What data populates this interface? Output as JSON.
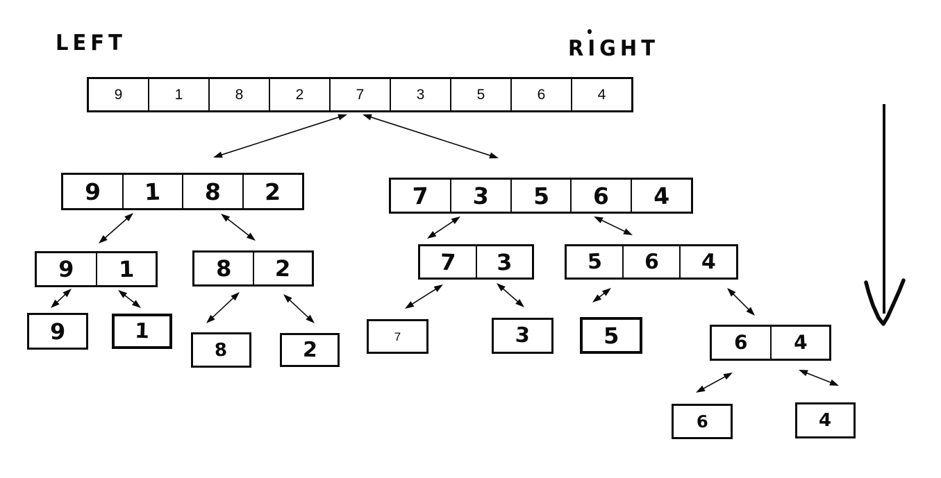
{
  "title": "Merge sort divide (split) diagram, hand-drawn",
  "labels": {
    "left": "LEFT",
    "right": "RIGHT"
  },
  "colors": {
    "ink": "#0a0a0a",
    "background": "#ffffff"
  },
  "big_arrow": {
    "name": "process-direction-arrow",
    "direction": "down"
  },
  "nodes": [
    {
      "id": "root",
      "values": [
        "9",
        "1",
        "8",
        "2",
        "7",
        "3",
        "5",
        "6",
        "4"
      ],
      "style": "typed"
    },
    {
      "id": "left-half",
      "values": [
        "9",
        "1",
        "8",
        "2"
      ],
      "style": "hand"
    },
    {
      "id": "right-half",
      "values": [
        "7",
        "3",
        "5",
        "6",
        "4"
      ],
      "style": "hand"
    },
    {
      "id": "left-left",
      "values": [
        "9",
        "1"
      ],
      "style": "hand"
    },
    {
      "id": "left-right",
      "values": [
        "8",
        "2"
      ],
      "style": "hand"
    },
    {
      "id": "right-left",
      "values": [
        "7",
        "3"
      ],
      "style": "hand"
    },
    {
      "id": "right-right",
      "values": [
        "5",
        "6",
        "4"
      ],
      "style": "hand"
    },
    {
      "id": "leaf-9",
      "values": [
        "9"
      ],
      "style": "hand"
    },
    {
      "id": "leaf-1",
      "values": [
        "1"
      ],
      "style": "hand",
      "thick": true
    },
    {
      "id": "leaf-8",
      "values": [
        "8"
      ],
      "style": "hand"
    },
    {
      "id": "leaf-2",
      "values": [
        "2"
      ],
      "style": "hand"
    },
    {
      "id": "leaf-7",
      "values": [
        "7"
      ],
      "style": "typed"
    },
    {
      "id": "leaf-3",
      "values": [
        "3"
      ],
      "style": "hand"
    },
    {
      "id": "leaf-5",
      "values": [
        "5"
      ],
      "style": "hand",
      "thick": true
    },
    {
      "id": "pair-64",
      "values": [
        "6",
        "4"
      ],
      "style": "hand"
    },
    {
      "id": "leaf-6",
      "values": [
        "6"
      ],
      "style": "hand"
    },
    {
      "id": "leaf-4",
      "values": [
        "4"
      ],
      "style": "hand"
    }
  ],
  "connections": [
    {
      "from": "root",
      "to": "left-half"
    },
    {
      "from": "root",
      "to": "right-half"
    },
    {
      "from": "left-half",
      "to": "left-left"
    },
    {
      "from": "left-half",
      "to": "left-right"
    },
    {
      "from": "right-half",
      "to": "right-left"
    },
    {
      "from": "right-half",
      "to": "right-right"
    },
    {
      "from": "left-left",
      "to": "leaf-9"
    },
    {
      "from": "left-left",
      "to": "leaf-1"
    },
    {
      "from": "left-right",
      "to": "leaf-8"
    },
    {
      "from": "left-right",
      "to": "leaf-2"
    },
    {
      "from": "right-left",
      "to": "leaf-7"
    },
    {
      "from": "right-left",
      "to": "leaf-3"
    },
    {
      "from": "right-right",
      "to": "leaf-5"
    },
    {
      "from": "right-right",
      "to": "pair-64"
    },
    {
      "from": "pair-64",
      "to": "leaf-6"
    },
    {
      "from": "pair-64",
      "to": "leaf-4"
    }
  ]
}
